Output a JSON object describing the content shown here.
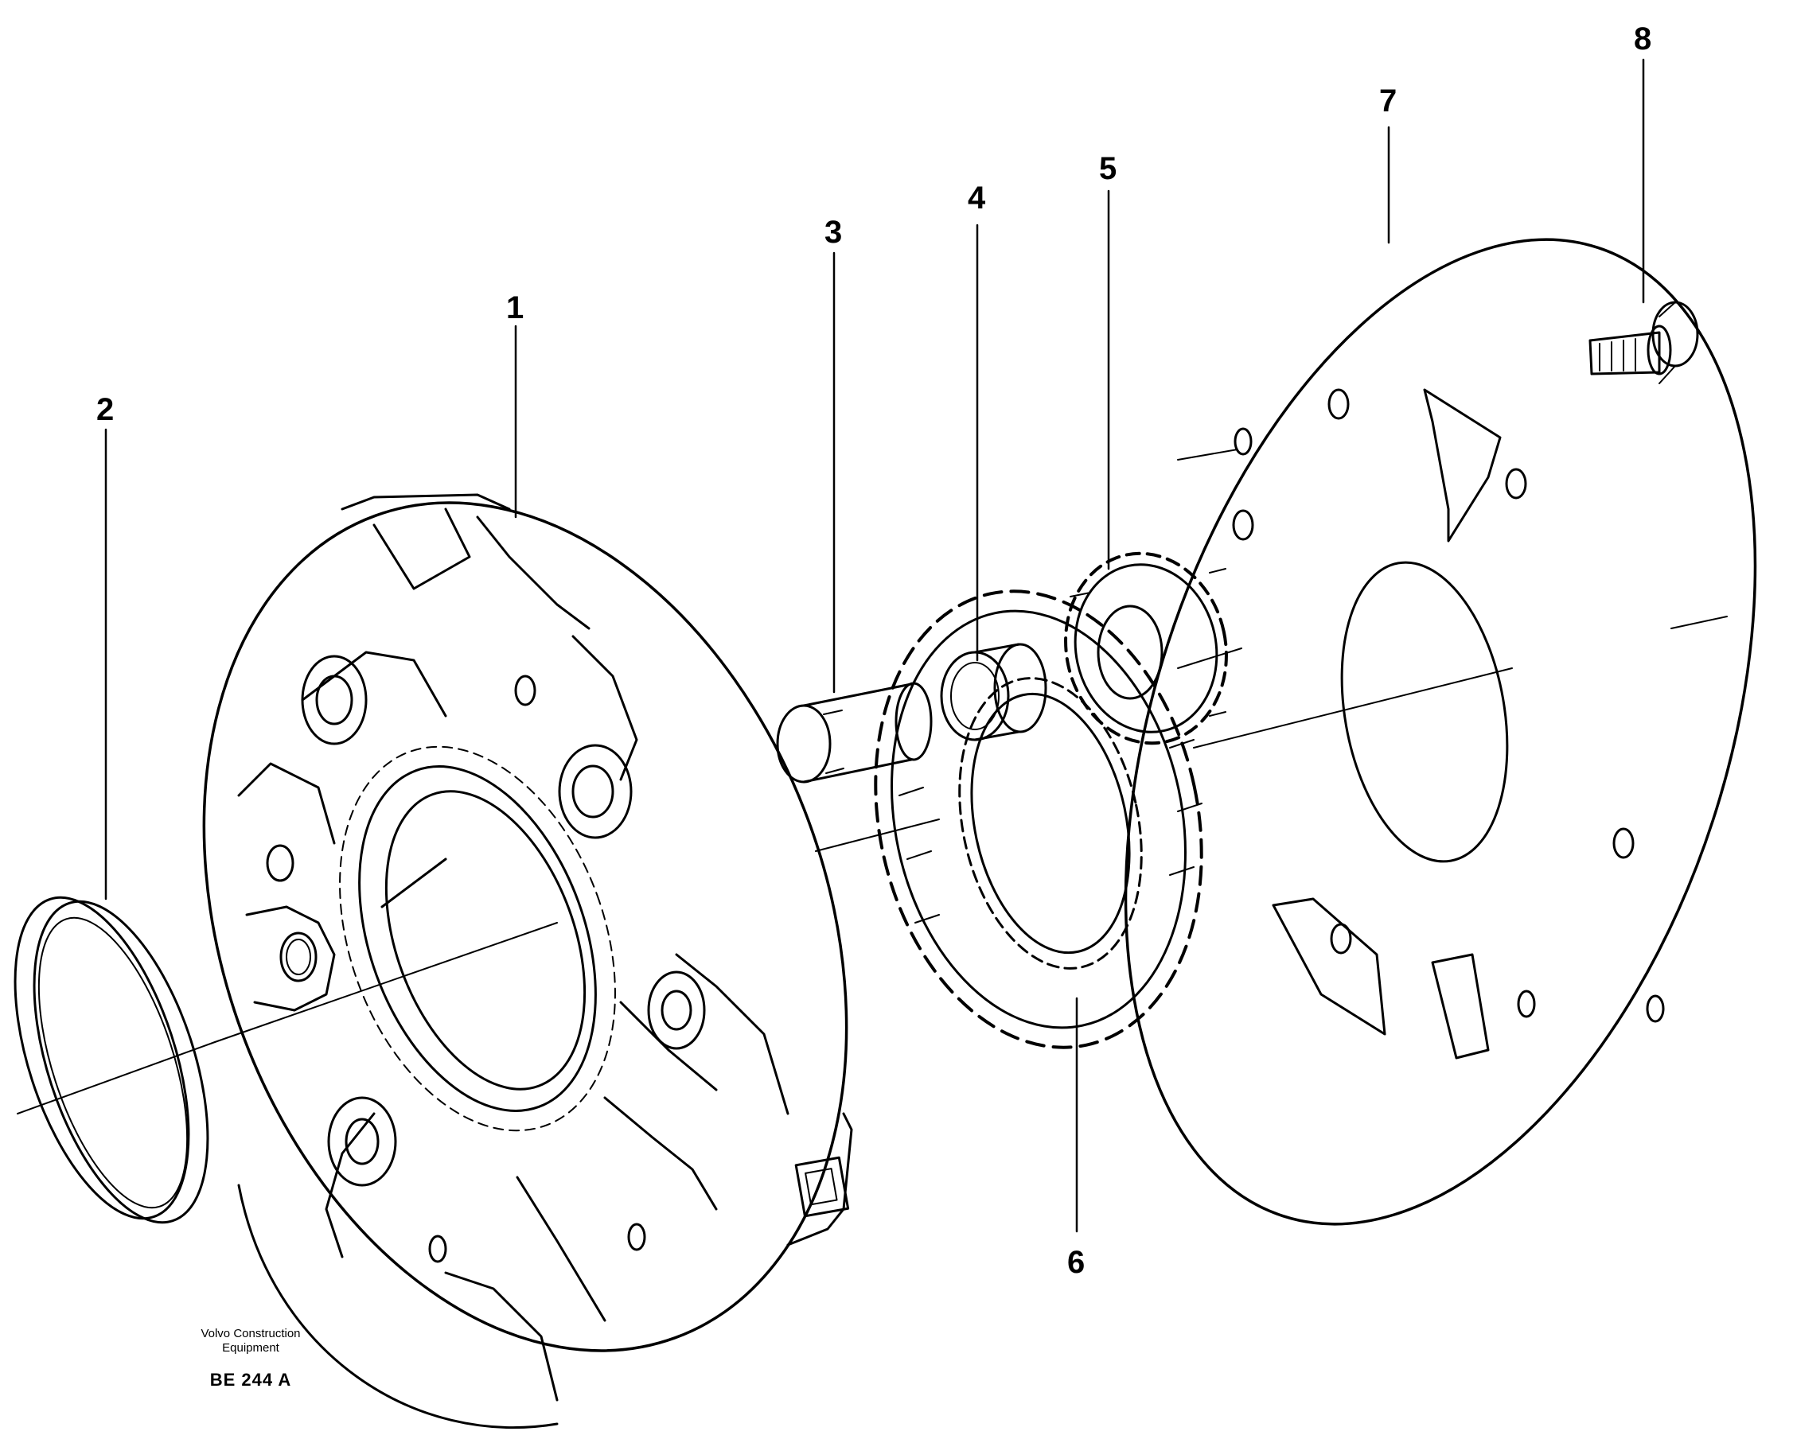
{
  "labels": {
    "l1": "1",
    "l2": "2",
    "l3": "3",
    "l4": "4",
    "l5": "5",
    "l6": "6",
    "l7": "7",
    "l8": "8"
  },
  "footer": {
    "company_line1": "Volvo Construction",
    "company_line2": "Equipment",
    "drawing_number": "BE 244 A"
  },
  "colors": {
    "line": "#000000",
    "background": "#ffffff"
  }
}
